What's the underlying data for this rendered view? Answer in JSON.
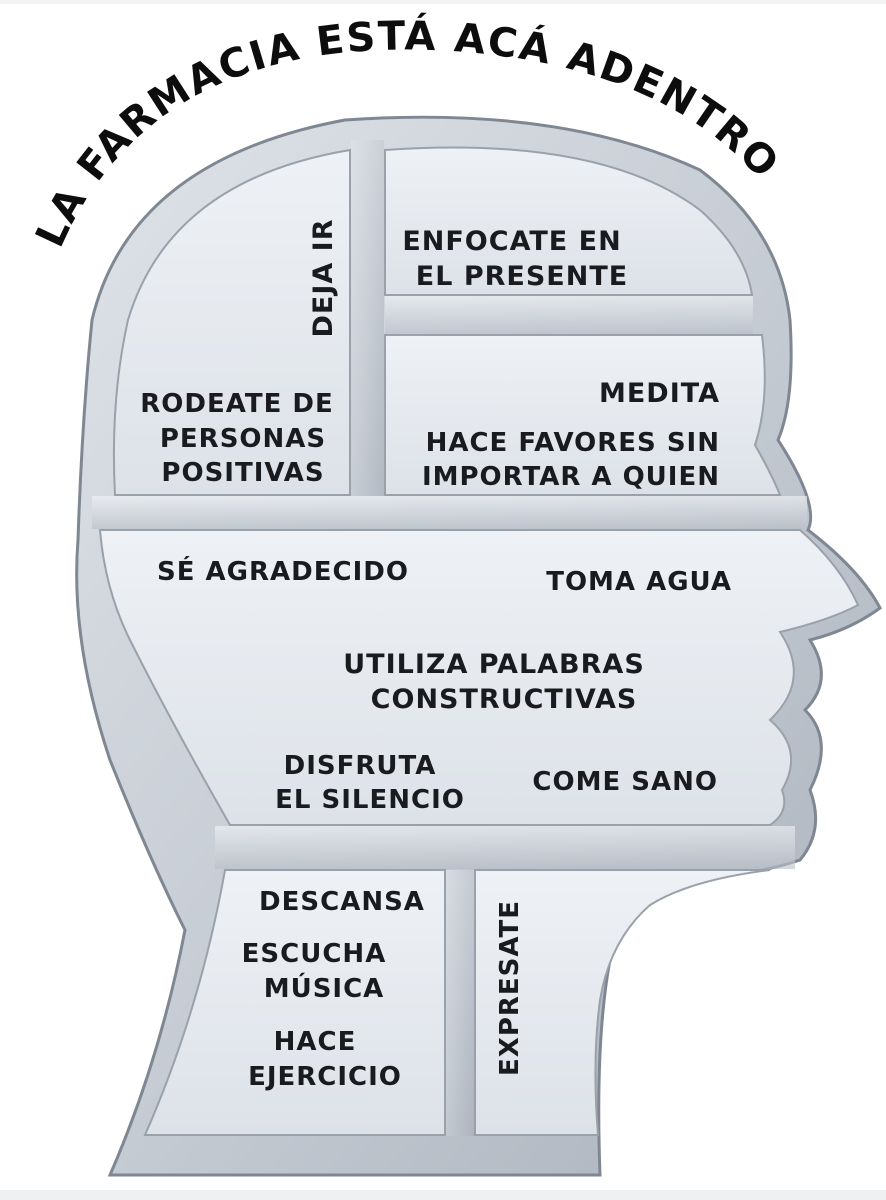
{
  "title": "LA FARMACIA ESTÁ ACÁ ADENTRO",
  "compartments": {
    "deja_ir": "DEJA IR",
    "enfocate": [
      "ENFOCATE EN",
      "EL PRESENTE"
    ],
    "rodeate": [
      "RODEATE DE",
      "PERSONAS",
      "POSITIVAS"
    ],
    "medita": "MEDITA",
    "hace_favores": [
      "HACE FAVORES SIN",
      "IMPORTAR A QUIEN"
    ],
    "se_agradecido": "SÉ AGRADECIDO",
    "toma_agua": "TOMA AGUA",
    "utiliza": [
      "UTILIZA PALABRAS",
      "CONSTRUCTIVAS"
    ],
    "disfruta": [
      "DISFRUTA",
      "EL SILENCIO"
    ],
    "come_sano": "COME SANO",
    "descansa": "DESCANSA",
    "escucha": [
      "ESCUCHA",
      "MÚSICA"
    ],
    "hace_ejercicio": [
      "HACE",
      "EJERCICIO"
    ],
    "expresate": "EXPRESATE"
  },
  "colors": {
    "shell": "#c9ced6",
    "shell_dark": "#8d949f",
    "inner": "#e4e8ee",
    "shadow": "#aeb4bd",
    "text": "#1a1b1f"
  }
}
